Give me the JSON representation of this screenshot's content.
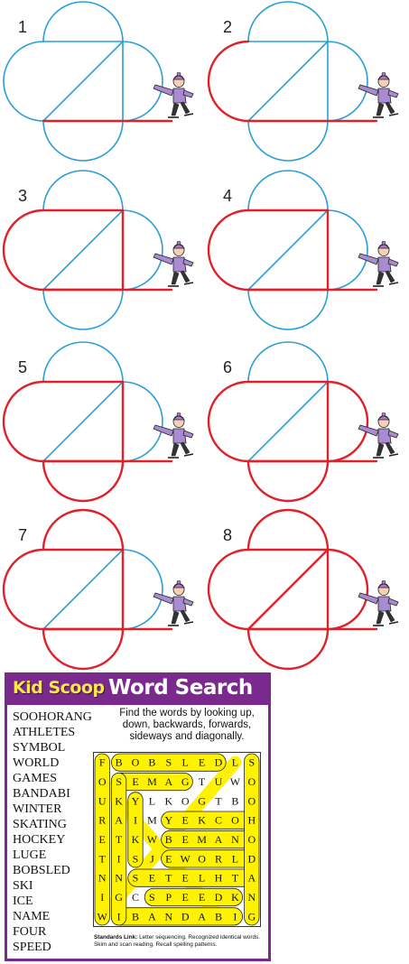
{
  "steps": [
    {
      "number": "1",
      "red": []
    },
    {
      "number": "2",
      "red": [
        "left"
      ]
    },
    {
      "number": "3",
      "red": [
        "left",
        "top",
        "bottom",
        "right"
      ]
    },
    {
      "number": "4",
      "red": [
        "left",
        "top",
        "bottom",
        "right"
      ]
    },
    {
      "number": "5",
      "red": [
        "left",
        "top",
        "bottom",
        "right",
        "botArc"
      ]
    },
    {
      "number": "6",
      "red": [
        "left",
        "top",
        "bottom",
        "right",
        "botArc",
        "rightArc"
      ]
    },
    {
      "number": "7",
      "red": [
        "left",
        "top",
        "bottom",
        "right",
        "botArc",
        "topArc"
      ]
    },
    {
      "number": "8",
      "red": [
        "left",
        "top",
        "bottom",
        "right",
        "botArc",
        "topArc",
        "rightArc",
        "diagonal"
      ]
    }
  ],
  "colors": {
    "blue": "#2a9fd6",
    "red": "#e0202a",
    "highlight": "#fff200",
    "purple": "#7a2a8c"
  },
  "wordsearch": {
    "brand": "Kid Scoop",
    "title": "Word Search",
    "instructions": "Find the words by looking up, down, backwards, forwards, sideways and diagonally.",
    "words": [
      "SOOHORANG",
      "ATHLETES",
      "SYMBOL",
      "WORLD",
      "GAMES",
      "BANDABI",
      "WINTER",
      "SKATING",
      "HOCKEY",
      "LUGE",
      "BOBSLED",
      "SKI",
      "ICE",
      "NAME",
      "FOUR",
      "SPEED"
    ],
    "grid": [
      [
        "F",
        "B",
        "O",
        "B",
        "S",
        "L",
        "E",
        "D",
        "L",
        "S"
      ],
      [
        "O",
        "S",
        "E",
        "M",
        "A",
        "G",
        "T",
        "U",
        "W",
        "O"
      ],
      [
        "U",
        "K",
        "Y",
        "L",
        "K",
        "O",
        "G",
        "T",
        "B",
        "O"
      ],
      [
        "R",
        "A",
        "I",
        "M",
        "Y",
        "E",
        "K",
        "C",
        "O",
        "H"
      ],
      [
        "E",
        "T",
        "K",
        "W",
        "B",
        "E",
        "M",
        "A",
        "N",
        "O"
      ],
      [
        "T",
        "I",
        "S",
        "J",
        "E",
        "W",
        "O",
        "R",
        "L",
        "D"
      ],
      [
        "N",
        "N",
        "S",
        "E",
        "T",
        "E",
        "L",
        "H",
        "T",
        "A"
      ],
      [
        "I",
        "G",
        "C",
        "S",
        "P",
        "E",
        "E",
        "D",
        "K",
        "N"
      ],
      [
        "W",
        "I",
        "B",
        "A",
        "N",
        "D",
        "A",
        "B",
        "I",
        "G"
      ]
    ],
    "standards_label": "Standards Link:",
    "standards_text": "Letter sequencing. Recognized identical words. Skim and scan reading. Recall spelling patterns."
  }
}
